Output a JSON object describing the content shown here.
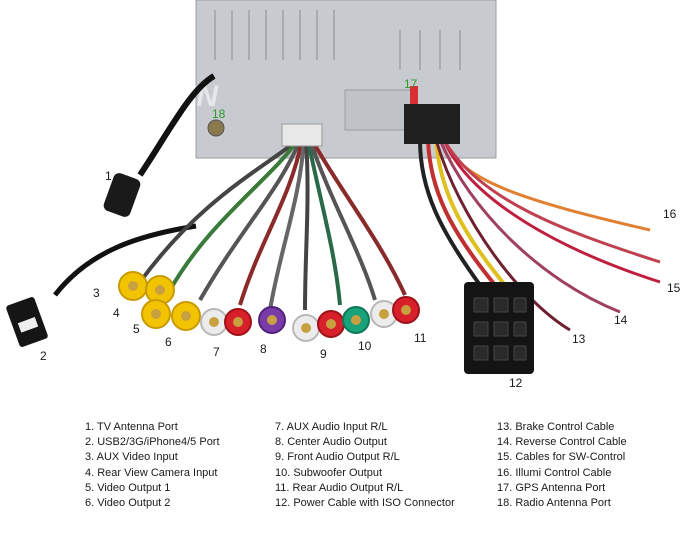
{
  "watermark": "ERISIN",
  "callouts": [
    "1",
    "2",
    "3",
    "4",
    "5",
    "6",
    "7",
    "8",
    "9",
    "10",
    "11",
    "12",
    "13",
    "14",
    "15",
    "16",
    "17",
    "18"
  ],
  "legend": {
    "col1": [
      "1. TV Antenna Port",
      "2. USB2/3G/iPhone4/5 Port",
      "3. AUX Video Input",
      "4. Rear View Camera Input",
      "5. Video Output 1",
      "6. Video Output 2"
    ],
    "col2": [
      "7. AUX Audio Input R/L",
      "8. Center Audio Output",
      "9. Front Audio Output R/L",
      "10. Subwoofer Output",
      "11. Rear Audio Output R/L",
      "12. Power Cable with ISO Connector"
    ],
    "col3": [
      "13. Brake Control Cable",
      "14. Reverse Control Cable",
      "15. Cables for SW-Control",
      "16. Illumi Control Cable",
      "17. GPS Antenna Port",
      "18. Radio Antenna Port"
    ]
  },
  "colors": {
    "chassis": "#c9ccd0",
    "rca_yellow": "#f2c400",
    "rca_red": "#d8202a",
    "rca_white": "#ececec",
    "rca_purple": "#7a3aa8",
    "rca_green": "#1aa27a",
    "illumi_orange": "#f08a2a",
    "callout_green": "#2a9a2a"
  }
}
